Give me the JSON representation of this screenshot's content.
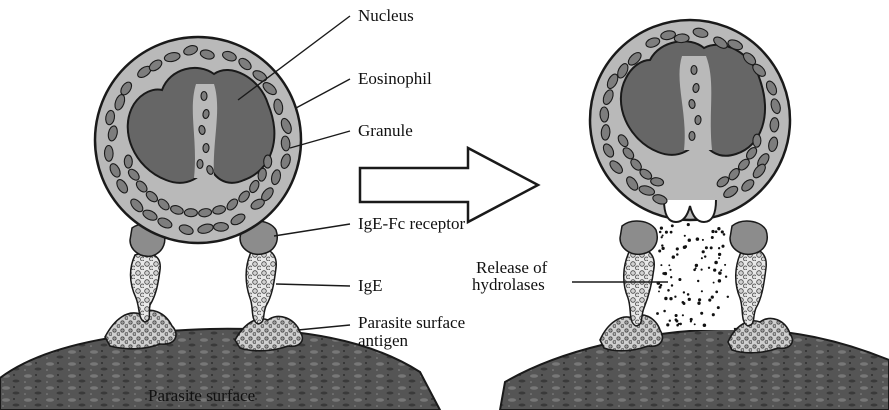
{
  "labels": {
    "nucleus": "Nucleus",
    "eosinophil": "Eosinophil",
    "granule": "Granule",
    "ige_fc_receptor": "IgE-Fc receptor",
    "ige": "IgE",
    "antigen_line1": "Parasite surface",
    "antigen_line2": "antigen",
    "release_line1": "Release of",
    "release_line2": "hydrolases",
    "parasite_surface": "Parasite surface"
  },
  "colors": {
    "cytoplasm": "#b9b9b9",
    "nucleus": "#666666",
    "granule": "#7d7d7d",
    "receptor": "#8c8c8c",
    "ige": "#e6e6e6",
    "parasite_surface": "#4e4e4e",
    "outline": "#1a1a1a"
  }
}
